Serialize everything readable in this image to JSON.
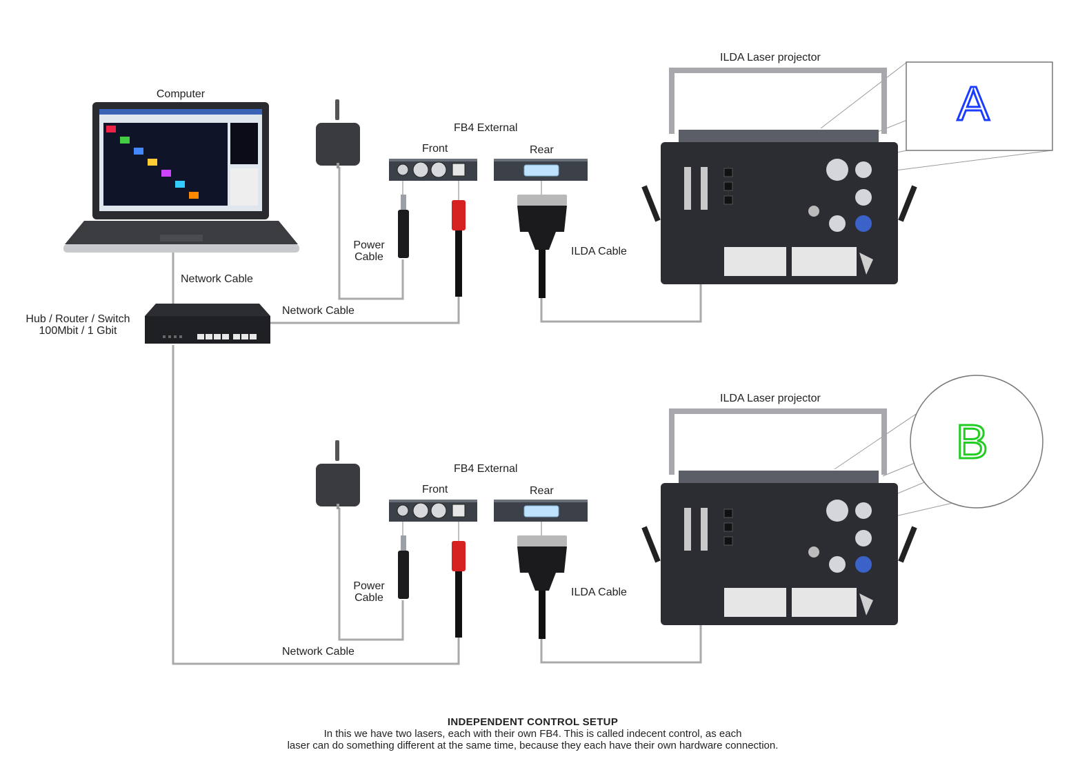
{
  "labels": {
    "computer": "Computer",
    "network_cable_1": "Network Cable",
    "hub_line1": "Hub / Router / Switch",
    "hub_line2": "100Mbit / 1 Gbit",
    "network_cable_a": "Network Cable",
    "network_cable_b": "Network Cable",
    "power_a_1": "Power",
    "power_a_2": "Cable",
    "power_b_1": "Power",
    "power_b_2": "Cable",
    "fb4_a": "FB4 External",
    "fb4_b": "FB4 External",
    "front_a": "Front",
    "rear_a": "Rear",
    "front_b": "Front",
    "rear_b": "Rear",
    "ilda_cable_a": "ILDA Cable",
    "ilda_cable_b": "ILDA Cable",
    "projector_a": "ILDA Laser projector",
    "projector_b": "ILDA Laser projector",
    "screen_a": "A",
    "screen_b": "B"
  },
  "caption": {
    "title": "INDEPENDENT CONTROL SETUP",
    "line1": "In this we have two lasers, each with their own FB4. This is called indecent control, as each",
    "line2": "laser can do something different at the same time, because they each have their own hardware connection."
  },
  "colors": {
    "letter_a": "#1a3cff",
    "letter_b": "#22cc22",
    "wire": "#b0b0b0",
    "device": "#2b2d33"
  }
}
